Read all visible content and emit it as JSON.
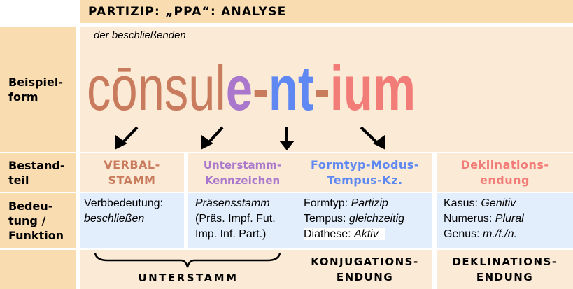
{
  "title": "PARTIZIP: „PPA“: ANALYSE",
  "row_labels": {
    "example": [
      "Beispiel-",
      "form"
    ],
    "component": [
      "Bestand-",
      "teil"
    ],
    "meaning": [
      "Bedeu-",
      "tung /",
      "Funktion"
    ]
  },
  "example": {
    "caption": "der beschließenden",
    "parts": [
      "cōnsul",
      "e",
      "-",
      "nt",
      "-",
      "ium"
    ]
  },
  "colors": {
    "verbalstamm": "#c97b5d",
    "unterstamm": "#a977cc",
    "formtyp": "#5f88f2",
    "deklination": "#f27c78"
  },
  "columns": [
    {
      "header": [
        "VERBAL-",
        "STAMM"
      ],
      "lines": [
        [
          "Verbbedeutung:",
          ""
        ],
        [
          "",
          "beschließen"
        ]
      ]
    },
    {
      "header": [
        "Unterstamm-",
        "Kennzeichen"
      ],
      "lines": [
        [
          "",
          "Präsensstamm"
        ],
        [
          "(Präs. Impf. Fut.",
          ""
        ],
        [
          "Imp. Inf. Part.)",
          ""
        ]
      ]
    },
    {
      "header": [
        "Formtyp-Modus-",
        "Tempus-Kz."
      ],
      "lines": [
        [
          "Formtyp: ",
          "Partizip"
        ],
        [
          "Tempus: ",
          "gleichzeitig"
        ],
        [
          "Diathese: ",
          "Aktiv"
        ]
      ]
    },
    {
      "header": [
        "Deklinations-",
        "endung"
      ],
      "lines": [
        [
          "Kasus: ",
          "Genitiv"
        ],
        [
          "Numerus: ",
          "Plural"
        ],
        [
          "Genus: ",
          "m./f./n."
        ]
      ]
    }
  ],
  "footers": {
    "unterstamm": "UNTERSTAMM",
    "konjugation": [
      "KONJUGATIONS-",
      "ENDUNG"
    ],
    "deklination": [
      "DEKLINATIONS-",
      "ENDUNG"
    ]
  }
}
